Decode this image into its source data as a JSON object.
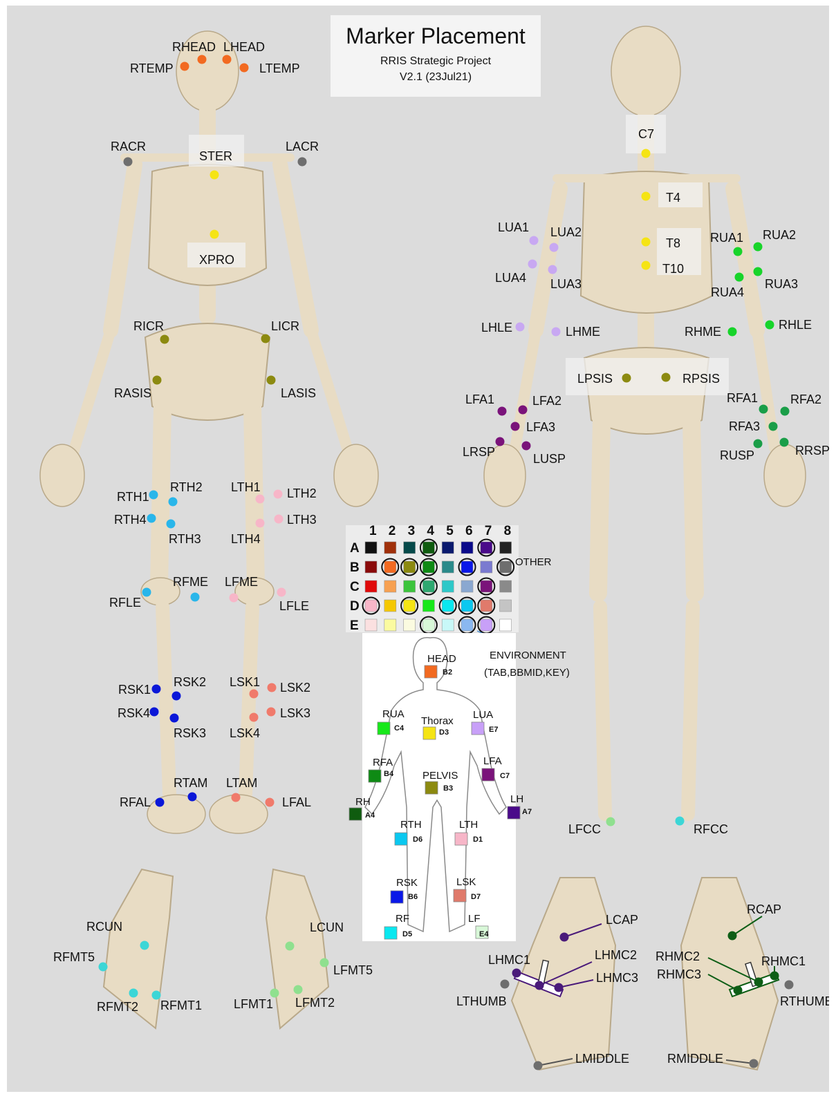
{
  "title": {
    "main": "Marker Placement",
    "project": "RRIS Strategic Project",
    "version": "V2.1 (23Jul21)"
  },
  "colors": {
    "background": "#dcdcdc",
    "bone": "#e8dcc4",
    "head": "#f26a21",
    "sternum": "#f5e414",
    "grey": "#6e6e6e",
    "pelvis": "#8c8a10",
    "right_thigh": "#29b6ea",
    "left_thigh": "#f7b6c8",
    "right_shank": "#0a17d8",
    "left_shank": "#f07a6b",
    "right_foot": "#3cd6d6",
    "left_foot": "#8fe08f",
    "left_upper_arm": "#c8a8f2",
    "right_upper_arm": "#17d42a",
    "left_forearm": "#7a137a",
    "right_forearm": "#1a9e48",
    "left_hand": "#4a1a7a",
    "right_hand": "#0e5e16"
  },
  "front_markers": [
    {
      "label": "RHEAD",
      "color": "head"
    },
    {
      "label": "LHEAD",
      "color": "head"
    },
    {
      "label": "RTEMP",
      "color": "head"
    },
    {
      "label": "LTEMP",
      "color": "head"
    },
    {
      "label": "RACR",
      "color": "grey"
    },
    {
      "label": "LACR",
      "color": "grey"
    },
    {
      "label": "STER",
      "color": "sternum"
    },
    {
      "label": "XPRO",
      "color": "sternum"
    },
    {
      "label": "RICR",
      "color": "pelvis"
    },
    {
      "label": "LICR",
      "color": "pelvis"
    },
    {
      "label": "RASIS",
      "color": "pelvis"
    },
    {
      "label": "LASIS",
      "color": "pelvis"
    },
    {
      "label": "RTH1",
      "color": "right_thigh"
    },
    {
      "label": "RTH2",
      "color": "right_thigh"
    },
    {
      "label": "RTH3",
      "color": "right_thigh"
    },
    {
      "label": "RTH4",
      "color": "right_thigh"
    },
    {
      "label": "LTH1",
      "color": "left_thigh"
    },
    {
      "label": "LTH2",
      "color": "left_thigh"
    },
    {
      "label": "LTH3",
      "color": "left_thigh"
    },
    {
      "label": "LTH4",
      "color": "left_thigh"
    },
    {
      "label": "RFLE",
      "color": "right_thigh"
    },
    {
      "label": "RFME",
      "color": "right_thigh"
    },
    {
      "label": "LFME",
      "color": "left_thigh"
    },
    {
      "label": "LFLE",
      "color": "left_thigh"
    },
    {
      "label": "RSK1",
      "color": "right_shank"
    },
    {
      "label": "RSK2",
      "color": "right_shank"
    },
    {
      "label": "RSK3",
      "color": "right_shank"
    },
    {
      "label": "RSK4",
      "color": "right_shank"
    },
    {
      "label": "LSK1",
      "color": "left_shank"
    },
    {
      "label": "LSK2",
      "color": "left_shank"
    },
    {
      "label": "LSK3",
      "color": "left_shank"
    },
    {
      "label": "LSK4",
      "color": "left_shank"
    },
    {
      "label": "RTAM",
      "color": "right_shank"
    },
    {
      "label": "RFAL",
      "color": "right_shank"
    },
    {
      "label": "LTAM",
      "color": "left_shank"
    },
    {
      "label": "LFAL",
      "color": "left_shank"
    }
  ],
  "foot_markers": [
    {
      "label": "RCUN",
      "color": "right_foot"
    },
    {
      "label": "RFMT5",
      "color": "right_foot"
    },
    {
      "label": "RFMT2",
      "color": "right_foot"
    },
    {
      "label": "RFMT1",
      "color": "right_foot"
    },
    {
      "label": "LCUN",
      "color": "left_foot"
    },
    {
      "label": "LFMT5",
      "color": "left_foot"
    },
    {
      "label": "LFMT1",
      "color": "left_foot"
    },
    {
      "label": "LFMT2",
      "color": "left_foot"
    }
  ],
  "back_markers": [
    {
      "label": "C7",
      "color": "sternum"
    },
    {
      "label": "T4",
      "color": "sternum"
    },
    {
      "label": "T8",
      "color": "sternum"
    },
    {
      "label": "T10",
      "color": "sternum"
    },
    {
      "label": "LUA1",
      "color": "left_upper_arm"
    },
    {
      "label": "LUA2",
      "color": "left_upper_arm"
    },
    {
      "label": "LUA3",
      "color": "left_upper_arm"
    },
    {
      "label": "LUA4",
      "color": "left_upper_arm"
    },
    {
      "label": "RUA1",
      "color": "right_upper_arm"
    },
    {
      "label": "RUA2",
      "color": "right_upper_arm"
    },
    {
      "label": "RUA3",
      "color": "right_upper_arm"
    },
    {
      "label": "RUA4",
      "color": "right_upper_arm"
    },
    {
      "label": "LHLE",
      "color": "left_upper_arm"
    },
    {
      "label": "LHME",
      "color": "left_upper_arm"
    },
    {
      "label": "RHME",
      "color": "right_upper_arm"
    },
    {
      "label": "RHLE",
      "color": "right_upper_arm"
    },
    {
      "label": "LPSIS",
      "color": "pelvis"
    },
    {
      "label": "RPSIS",
      "color": "pelvis"
    },
    {
      "label": "LFA1",
      "color": "left_forearm"
    },
    {
      "label": "LFA2",
      "color": "left_forearm"
    },
    {
      "label": "LFA3",
      "color": "left_forearm"
    },
    {
      "label": "LRSP",
      "color": "left_forearm"
    },
    {
      "label": "LUSP",
      "color": "left_forearm"
    },
    {
      "label": "RFA1",
      "color": "right_forearm"
    },
    {
      "label": "RFA2",
      "color": "right_forearm"
    },
    {
      "label": "RFA3",
      "color": "right_forearm"
    },
    {
      "label": "RUSP",
      "color": "right_forearm"
    },
    {
      "label": "RRSP",
      "color": "right_forearm"
    },
    {
      "label": "LFCC",
      "color": "left_foot"
    },
    {
      "label": "RFCC",
      "color": "right_foot"
    }
  ],
  "hand_markers": [
    {
      "label": "LCAP",
      "color": "left_hand"
    },
    {
      "label": "LHMC1",
      "color": "left_hand"
    },
    {
      "label": "LHMC2",
      "color": "left_hand"
    },
    {
      "label": "LHMC3",
      "color": "left_hand"
    },
    {
      "label": "LTHUMB",
      "color": "grey"
    },
    {
      "label": "LMIDDLE",
      "color": "grey"
    },
    {
      "label": "RCAP",
      "color": "right_hand"
    },
    {
      "label": "RHMC1",
      "color": "right_hand"
    },
    {
      "label": "RHMC2",
      "color": "right_hand"
    },
    {
      "label": "RHMC3",
      "color": "right_hand"
    },
    {
      "label": "RTHUMB",
      "color": "grey"
    },
    {
      "label": "RMIDDLE",
      "color": "grey"
    }
  ],
  "palette": {
    "columns": [
      "1",
      "2",
      "3",
      "4",
      "5",
      "6",
      "7",
      "8"
    ],
    "rows": [
      "A",
      "B",
      "C",
      "D",
      "E"
    ],
    "cells": [
      [
        "#111111",
        "#a0300a",
        "#064a4a",
        "#0f5c0f",
        "#0a1a6e",
        "#0a0a8a",
        "#4a0a8a",
        "#222222"
      ],
      [
        "#8a0a0a",
        "#f26a21",
        "#8c8a10",
        "#0e8a14",
        "#2a8a8a",
        "#0a17e8",
        "#7a7ad0",
        "#6e6e6e"
      ],
      [
        "#e00a0a",
        "#f7a050",
        "#3cc43c",
        "#2ea870",
        "#2ec8c8",
        "#8aa8d0",
        "#7a137a",
        "#8a8a8a"
      ],
      [
        "#f7b6c8",
        "#f5c800",
        "#f5e414",
        "#17e81a",
        "#0ae8f0",
        "#0ac8f0",
        "#e07a6b",
        "#c4c4c4"
      ],
      [
        "#fbe0e0",
        "#fbfba0",
        "#fbfbe0",
        "#d8f8d8",
        "#c8f8f8",
        "#8ab8f0",
        "#c8a0f8",
        "#ffffff"
      ]
    ],
    "circled": [
      [
        false,
        false,
        false,
        true,
        false,
        false,
        true,
        false
      ],
      [
        false,
        true,
        true,
        true,
        false,
        true,
        false,
        true
      ],
      [
        false,
        false,
        false,
        true,
        false,
        false,
        true,
        false
      ],
      [
        true,
        false,
        true,
        false,
        true,
        true,
        true,
        false
      ],
      [
        false,
        false,
        false,
        true,
        false,
        true,
        true,
        false
      ]
    ],
    "other_label": "OTHER",
    "environment_label": "ENVIRONMENT",
    "environment_detail": "(TAB,BBMID,KEY)"
  },
  "segments": [
    {
      "name": "HEAD",
      "code": "B2",
      "color": "#f26a21"
    },
    {
      "name": "RUA",
      "code": "C4",
      "color": "#17e81a"
    },
    {
      "name": "Thorax",
      "code": "D3",
      "color": "#f5e414"
    },
    {
      "name": "LUA",
      "code": "E7",
      "color": "#c8a0f8"
    },
    {
      "name": "RFA",
      "code": "B4",
      "color": "#0e8a14"
    },
    {
      "name": "LFA",
      "code": "C7",
      "color": "#7a137a"
    },
    {
      "name": "PELVIS",
      "code": "B3",
      "color": "#8c8a10"
    },
    {
      "name": "RH",
      "code": "A4",
      "color": "#0f5c0f"
    },
    {
      "name": "LH",
      "code": "A7",
      "color": "#4a0a8a"
    },
    {
      "name": "RTH",
      "code": "D6",
      "color": "#0ac8f0"
    },
    {
      "name": "LTH",
      "code": "D1",
      "color": "#f7b6c8"
    },
    {
      "name": "RSK",
      "code": "B6",
      "color": "#0a17e8"
    },
    {
      "name": "LSK",
      "code": "D7",
      "color": "#e07a6b"
    },
    {
      "name": "RF",
      "code": "D5",
      "color": "#0ae8f0"
    },
    {
      "name": "LF",
      "code": "E4",
      "color": "#d8f8d8"
    }
  ]
}
